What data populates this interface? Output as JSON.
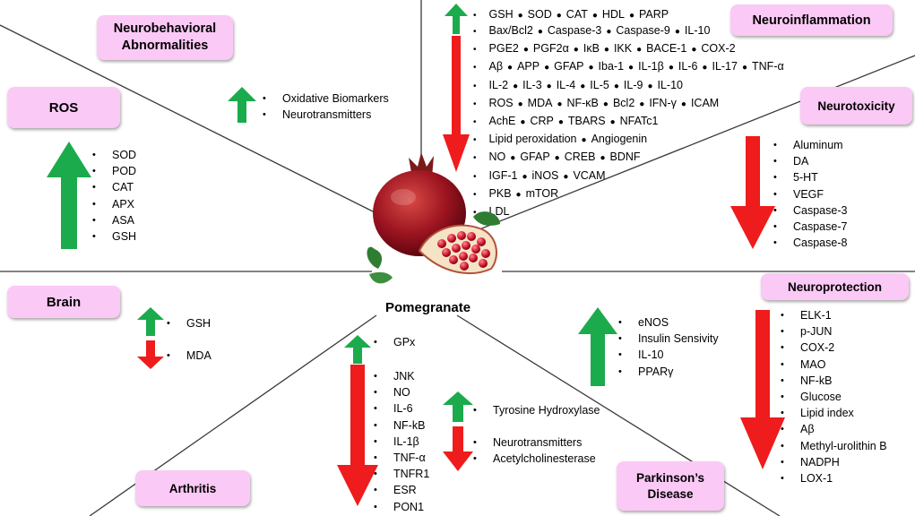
{
  "center": {
    "title": "Pomegranate"
  },
  "colors": {
    "up_arrow": "#1bab4c",
    "down_arrow": "#ee1c1c",
    "label_bg": "#fbc9f6"
  },
  "sections": {
    "neurobehavioral": {
      "title_line1": "Neurobehavioral",
      "title_line2": "Abnormalities",
      "up_items": [
        "Oxidative Biomarkers",
        "Neurotransmitters"
      ]
    },
    "ros": {
      "title": "ROS",
      "up_items": [
        "SOD",
        "POD",
        "CAT",
        "APX",
        "ASA",
        "GSH"
      ]
    },
    "neuroinflammation": {
      "title": "Neuroinflammation",
      "up_items": [
        "GSH",
        "SOD",
        "CAT",
        "HDL",
        "PARP"
      ],
      "down_rows": [
        [
          "Bax/Bcl2",
          "Caspase-3",
          "Caspase-9",
          "IL-10"
        ],
        [
          "PGE2",
          "PGF2α",
          "IκB",
          "IKK",
          "BACE-1",
          "COX-2"
        ],
        [
          "Aβ",
          "APP",
          "GFAP",
          "Iba-1",
          "IL-1β",
          "IL-6",
          "IL-17",
          "TNF-α"
        ],
        [
          "IL-2",
          "IL-3",
          "IL-4",
          "IL-5",
          "IL-9",
          "IL-10"
        ],
        [
          "ROS",
          "MDA",
          "NF-κB",
          "Bcl2",
          "IFN-γ",
          "ICAM"
        ],
        [
          "AchE",
          "CRP",
          "TBARS",
          "NFATc1"
        ],
        [
          "Lipid peroxidation",
          "Angiogenin"
        ],
        [
          "NO",
          "GFAP",
          "CREB",
          "BDNF"
        ],
        [
          "IGF-1",
          "iNOS",
          "VCAM"
        ],
        [
          "PKB",
          "mTOR"
        ],
        [
          "LDL"
        ]
      ]
    },
    "neurotoxicity": {
      "title": "Neurotoxicity",
      "down_items": [
        "Aluminum",
        "DA",
        "5-HT",
        "VEGF",
        "Caspase-3",
        "Caspase-7",
        "Caspase-8"
      ]
    },
    "brain": {
      "title": "Brain",
      "up_items": [
        "GSH"
      ],
      "down_items": [
        "MDA"
      ]
    },
    "arthritis": {
      "title": "Arthritis",
      "up_items": [
        "GPx"
      ],
      "down_items": [
        "JNK",
        "NO",
        "IL-6",
        "NF-kB",
        "IL-1β",
        "TNF-α",
        "TNFR1",
        "ESR",
        "PON1"
      ]
    },
    "parkinsons": {
      "title_line1": "Parkinson’s",
      "title_line2": "Disease",
      "up_items_a": [
        "eNOS",
        "Insulin Sensivity",
        "IL-10",
        "PPARγ"
      ],
      "up_items_b": [
        "Tyrosine Hydroxylase"
      ],
      "down_items": [
        "Neurotransmitters",
        "Acetylcholinesterase"
      ]
    },
    "neuroprotection": {
      "title": "Neuroprotection",
      "down_items": [
        "ELK-1",
        "p-JUN",
        "COX-2",
        "MAO",
        "NF-kB",
        "Glucose",
        "Lipid index",
        "Aβ",
        "Methyl-urolithin B",
        "NADPH",
        "LOX-1"
      ]
    }
  }
}
